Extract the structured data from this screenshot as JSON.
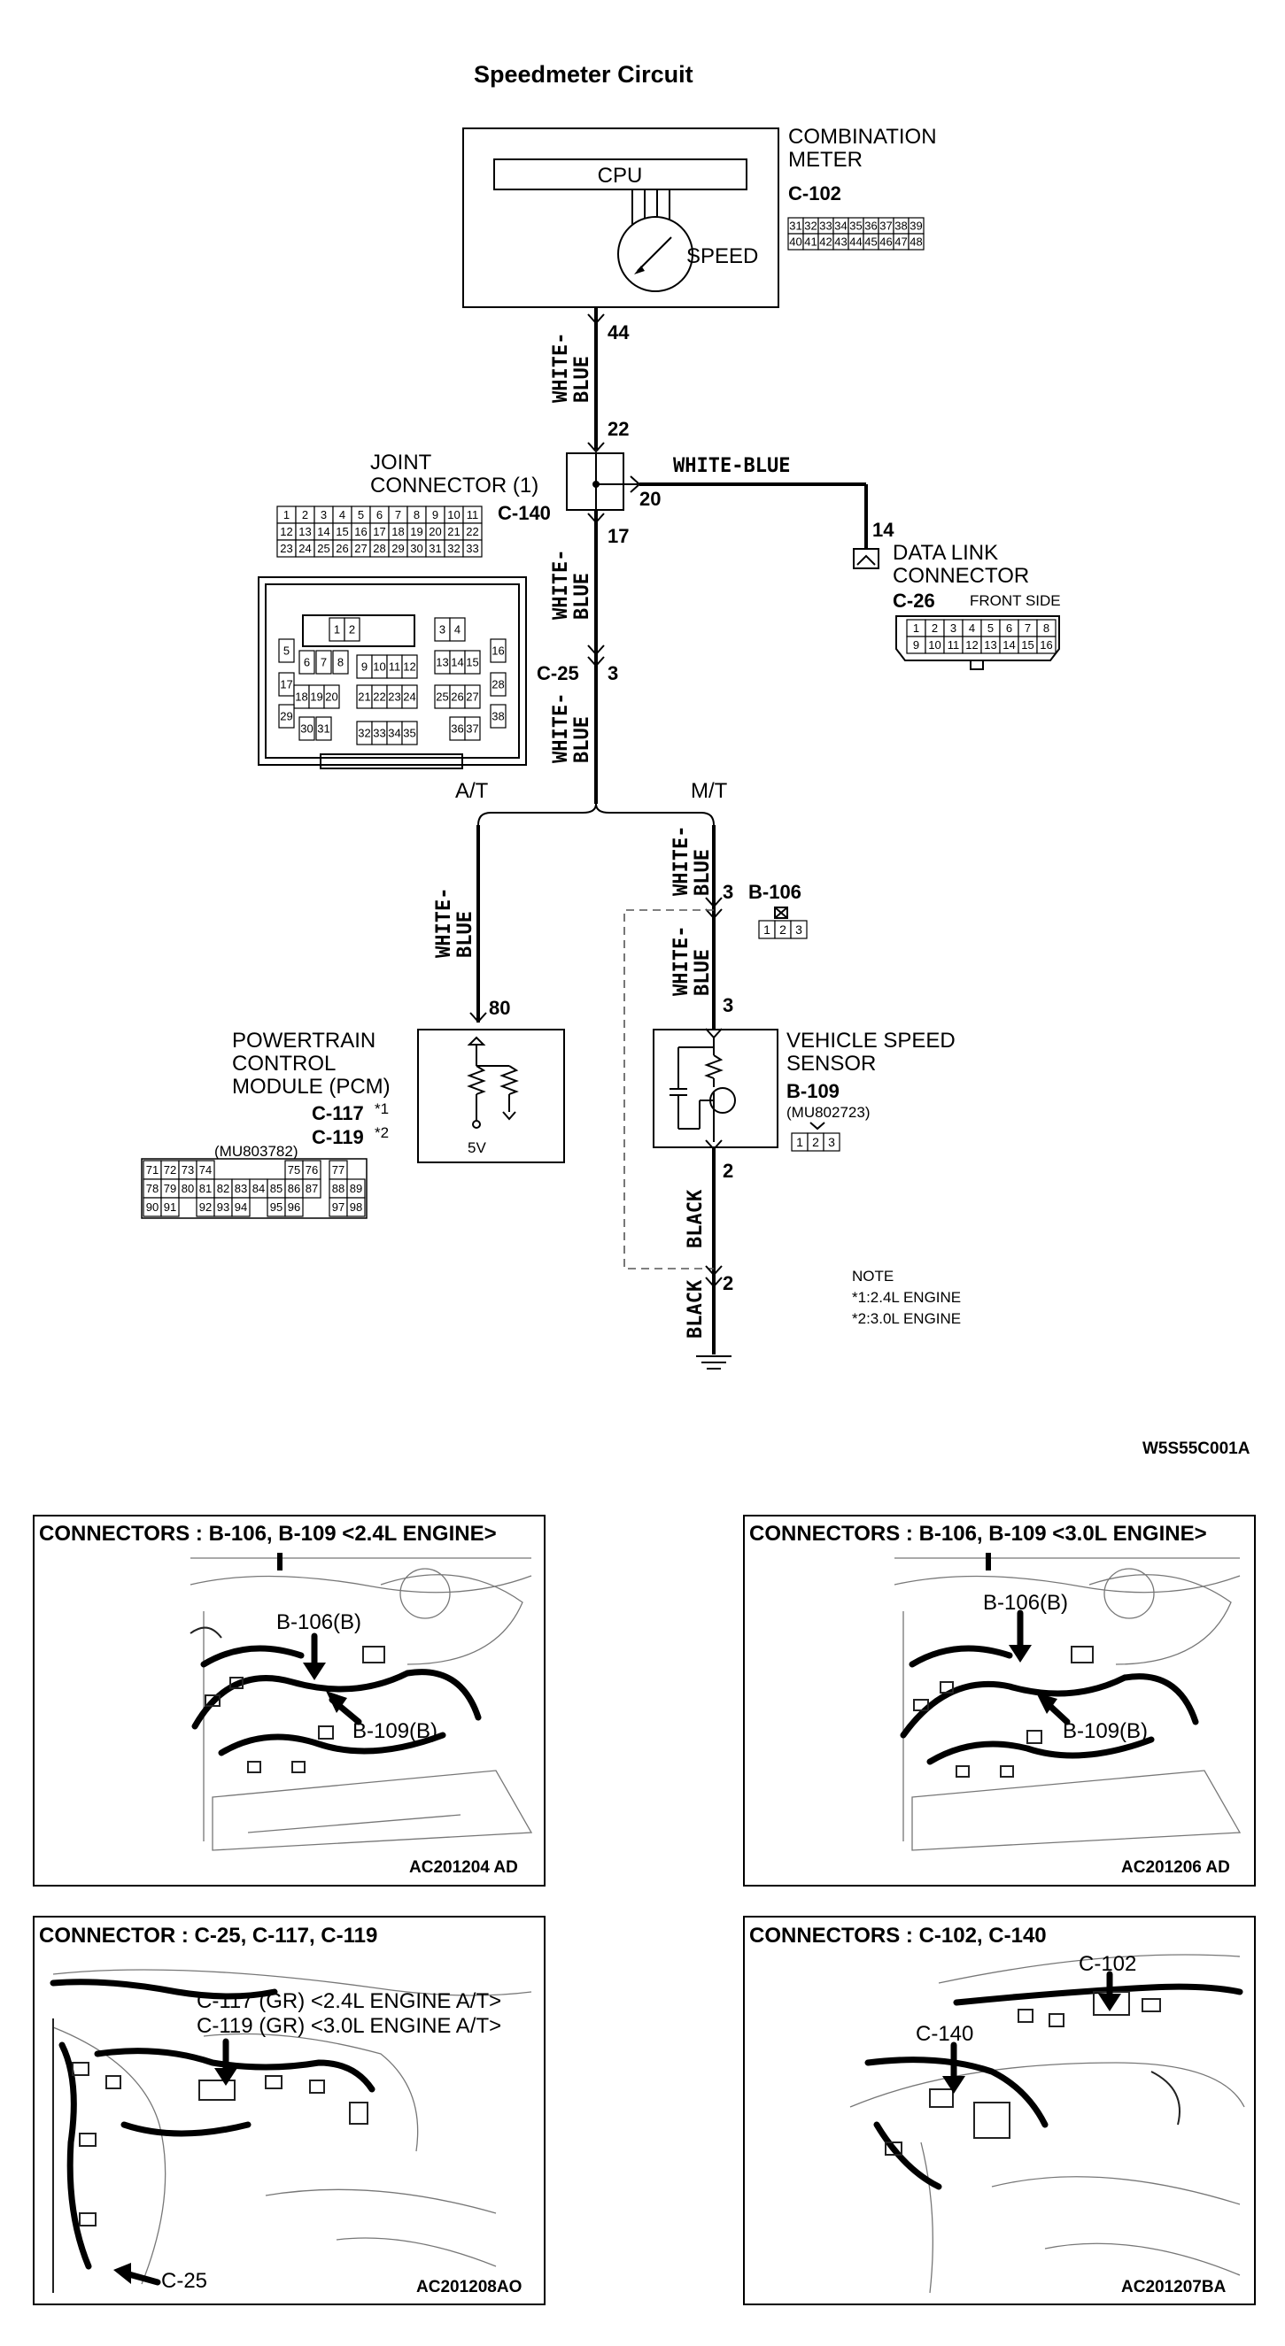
{
  "title": "Speedmeter Circuit",
  "figure_code": "W5S55C001A",
  "combination_meter": {
    "name_line1": "COMBINATION",
    "name_line2": "METER",
    "connector": "C-102",
    "cpu_label": "CPU",
    "speed_label": "SPEED",
    "pins_row1": [
      "31",
      "32",
      "33",
      "34",
      "35",
      "36",
      "37",
      "38",
      "39"
    ],
    "pins_row2": [
      "40",
      "41",
      "42",
      "43",
      "44",
      "45",
      "46",
      "47",
      "48"
    ],
    "pin_out": "44"
  },
  "joint_connector": {
    "name_line1": "JOINT",
    "name_line2": "CONNECTOR (1)",
    "connector": "C-140",
    "pin_in": "22",
    "pin_side": "20",
    "pin_out": "17",
    "rows": [
      [
        "1",
        "2",
        "3",
        "4",
        "5",
        "6",
        "7",
        "8",
        "9",
        "10",
        "11"
      ],
      [
        "12",
        "13",
        "14",
        "15",
        "16",
        "17",
        "18",
        "19",
        "20",
        "21",
        "22"
      ],
      [
        "23",
        "24",
        "25",
        "26",
        "27",
        "28",
        "29",
        "30",
        "31",
        "32",
        "33"
      ]
    ]
  },
  "c25_connector": {
    "connector": "C-25",
    "pin": "3",
    "face_numbers": [
      "1",
      "2",
      "3",
      "4",
      "5",
      "6",
      "7",
      "8",
      "9",
      "10",
      "11",
      "12",
      "13",
      "14",
      "15",
      "16",
      "17",
      "18",
      "19",
      "20",
      "21",
      "22",
      "23",
      "24",
      "25",
      "26",
      "27",
      "28",
      "29",
      "30",
      "31",
      "32",
      "33",
      "34",
      "35",
      "36",
      "37",
      "38"
    ]
  },
  "data_link": {
    "pin": "14",
    "name_line1": "DATA LINK",
    "name_line2": "CONNECTOR",
    "connector": "C-26",
    "side": "FRONT SIDE",
    "pins_row1": [
      "1",
      "2",
      "3",
      "4",
      "5",
      "6",
      "7",
      "8"
    ],
    "pins_row2": [
      "9",
      "10",
      "11",
      "12",
      "13",
      "14",
      "15",
      "16"
    ]
  },
  "wires": {
    "white_blue_1": "WHITE-",
    "white_blue_2": "BLUE",
    "white_blue_h": "WHITE-BLUE",
    "black": "BLACK"
  },
  "branches": {
    "at": "A/T",
    "mt": "M/T"
  },
  "pcm": {
    "name_line1": "POWERTRAIN",
    "name_line2": "CONTROL",
    "name_line3": "MODULE (PCM)",
    "conn_1": "C-117",
    "mark_1": "*1",
    "conn_2": "C-119",
    "mark_2": "*2",
    "part_no": "(MU803782)",
    "pin": "80",
    "voltage": "5V",
    "rows": [
      [
        "71",
        "72",
        "73",
        "74",
        "75",
        "76",
        "77"
      ],
      [
        "78",
        "79",
        "80",
        "81",
        "82",
        "83",
        "84",
        "85",
        "86",
        "87",
        "88",
        "89"
      ],
      [
        "90",
        "91",
        "92",
        "93",
        "94",
        "95",
        "96",
        "97",
        "98"
      ]
    ]
  },
  "b106": {
    "connector": "B-106",
    "pin": "3",
    "pins": [
      "1",
      "2",
      "3"
    ]
  },
  "vss": {
    "name_line1": "VEHICLE SPEED",
    "name_line2": "SENSOR",
    "connector": "B-109",
    "part_no": "(MU802723)",
    "pin_in": "3",
    "pin_out": "2",
    "pins": [
      "1",
      "2",
      "3"
    ]
  },
  "ground_pin": "2",
  "note": {
    "heading": "NOTE",
    "line1": "*1:2.4L ENGINE",
    "line2": "*2:3.0L ENGINE"
  },
  "panels": [
    {
      "title": "CONNECTORS : B-106, B-109 <2.4L ENGINE>",
      "callout_a": "B-106(B)",
      "callout_b": "B-109(B)",
      "code": "AC201204 AD"
    },
    {
      "title": "CONNECTORS : B-106, B-109 <3.0L ENGINE>",
      "callout_a": "B-106(B)",
      "callout_b": "B-109(B)",
      "code": "AC201206 AD"
    },
    {
      "title": "CONNECTOR : C-25, C-117, C-119",
      "callout_a": "C-117 (GR) <2.4L ENGINE A/T>",
      "callout_b": "C-119 (GR) <3.0L ENGINE A/T>",
      "callout_c": "C-25",
      "code": "AC201208AO"
    },
    {
      "title": "CONNECTORS : C-102, C-140",
      "callout_a": "C-102",
      "callout_b": "C-140",
      "code": "AC201207BA"
    }
  ]
}
